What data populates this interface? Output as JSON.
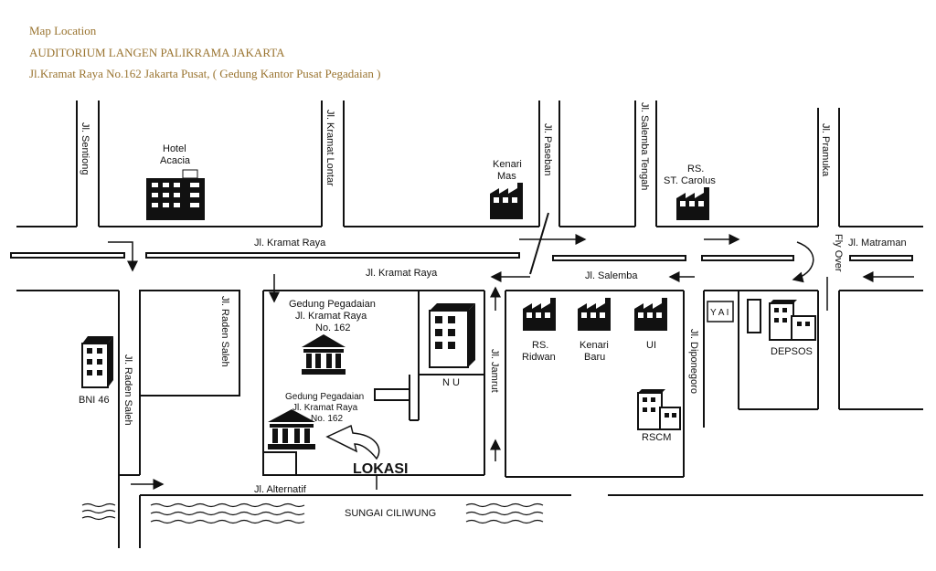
{
  "header": {
    "line1": "Map Location",
    "line2": "AUDITORIUM LANGEN PALIKRAMA JAKARTA",
    "line3": "Jl.Kramat Raya No.162 Jakarta Pusat, ( Gedung Kantor Pusat Pegadaian )",
    "color": "#9a7430"
  },
  "streets": {
    "sentiong": "Jl. Sentiong",
    "kramat_lontar": "Jl. Kramat Lontar",
    "paseban": "Jl. Paseban",
    "salemba_tengah": "Jl. Salemba Tengah",
    "pramuka": "Jl. Pramuka",
    "kramat_raya_top": "Jl. Kramat Raya",
    "kramat_raya_mid": "Jl. Kramat Raya",
    "salemba": "Jl. Salemba",
    "matraman": "Jl. Matraman",
    "fly_over": "Fly Over",
    "raden_saleh_left": "Jl. Raden Saleh",
    "raden_saleh_inner": "Jl. Raden Saleh",
    "jamrut": "Jl. Jamrut",
    "diponegoro": "Jl. Diponegoro",
    "alternatif": "Jl. Alternatif",
    "ciliwung": "SUNGAI CILIWUNG"
  },
  "places": {
    "hotel_acacia_1": "Hotel",
    "hotel_acacia_2": "Acacia",
    "kenari_mas_1": "Kenari",
    "kenari_mas_2": "Mas",
    "st_carolus_1": "RS.",
    "st_carolus_2": "ST. Carolus",
    "pegadaian_a_1": "Gedung Pegadaian",
    "pegadaian_a_2": "Jl. Kramat Raya",
    "pegadaian_a_3": "No. 162",
    "pegadaian_b_1": "Gedung Pegadaian",
    "pegadaian_b_2": "Jl. Kramat Raya",
    "pegadaian_b_3": "No. 162",
    "nu": "N U",
    "rs_ridwan_1": "RS.",
    "rs_ridwan_2": "Ridwan",
    "kenari_baru_1": "Kenari",
    "kenari_baru_2": "Baru",
    "ui": "UI",
    "yai": "Y A I",
    "depsos": "DEPSOS",
    "bni": "BNI 46",
    "rscm": "RSCM",
    "lokasi": "LOKASI"
  }
}
